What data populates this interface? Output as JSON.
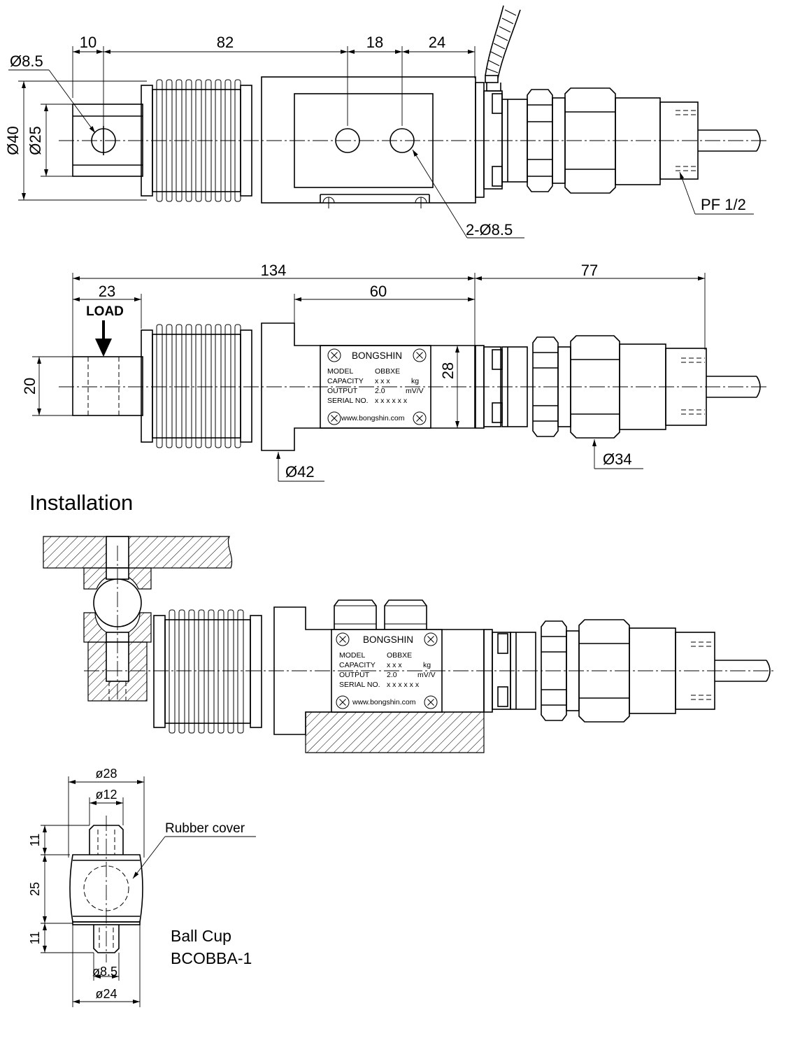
{
  "top_view": {
    "dims": {
      "d1": "10",
      "d2": "82",
      "d3": "18",
      "d4": "24"
    },
    "hole_dia": "Ø8.5",
    "outer_dia": "Ø40",
    "end_dia": "Ø25",
    "holes_label": "2-Ø8.5",
    "thread_label": "PF 1/2"
  },
  "side_view": {
    "overall": "134",
    "cable_len": "77",
    "load_dim": "23",
    "plate_dim": "60",
    "load_label": "LOAD",
    "end_height": "20",
    "body_height": "28",
    "body_dia": "Ø42",
    "gland_dia": "Ø34"
  },
  "nameplate": {
    "brand": "BONGSHIN",
    "model_label": "MODEL",
    "model_value": "OBBXE",
    "capacity_label": "CAPACITY",
    "capacity_value": "x x x",
    "capacity_unit": "kg",
    "output_label": "OUTPUT",
    "output_value": "2.0",
    "output_unit": "mV/V",
    "serial_label": "SERIAL NO.",
    "serial_value": "x x x x x x",
    "website": "www.bongshin.com"
  },
  "installation": {
    "heading": "Installation"
  },
  "ball_cup": {
    "outer_dia": "ø28",
    "stud_dia": "ø12",
    "top_len": "11",
    "mid_len": "25",
    "bot_len": "11",
    "hole_dia": "ø8.5",
    "base_dia": "ø24",
    "cover_label": "Rubber cover",
    "title_line1": "Ball Cup",
    "title_line2": "BCOBBA-1"
  }
}
